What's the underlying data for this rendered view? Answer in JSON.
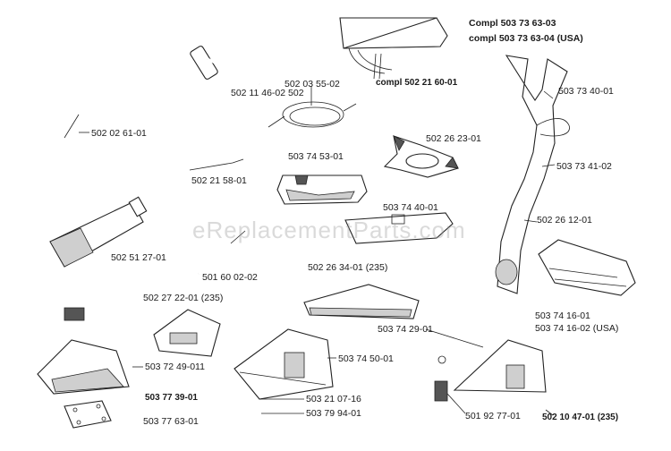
{
  "watermark": "eReplacementParts.com",
  "header": {
    "line1": "Compl 503 73 63-03",
    "line2": "compl 503 73 63-04 (USA)"
  },
  "labels": {
    "p1": "502 11 46-02 502",
    "p2": "502 03 55-02",
    "p3": "compl 502 21 60-01",
    "p4": "503 73 40-01",
    "p5": "502 02 61-01",
    "p6": "502 26 23-01",
    "p7": "503 74 53-01",
    "p8": "503 73 41-02",
    "p9": "502 21 58-01",
    "p10": "503 74 40-01",
    "p11": "502 26 12-01",
    "p12": "502 51 27-01",
    "p13": "501 60 02-02",
    "p14": "502 26 34-01 (235)",
    "p15": "502 27 22-01 (235)",
    "p16": "503 74 16-01",
    "p17": "503 74 16-02 (USA)",
    "p18": "503 74 29-01",
    "p19": "503 72 49-011",
    "p20": "503 74 50-01",
    "p21": "503 77 39-01",
    "p22": "503 21 07-16",
    "p23": "503 79 94-01",
    "p24": "501 92 77-01",
    "p25": "502 10 47-01 (235)",
    "p26": "503 77 63-01"
  }
}
